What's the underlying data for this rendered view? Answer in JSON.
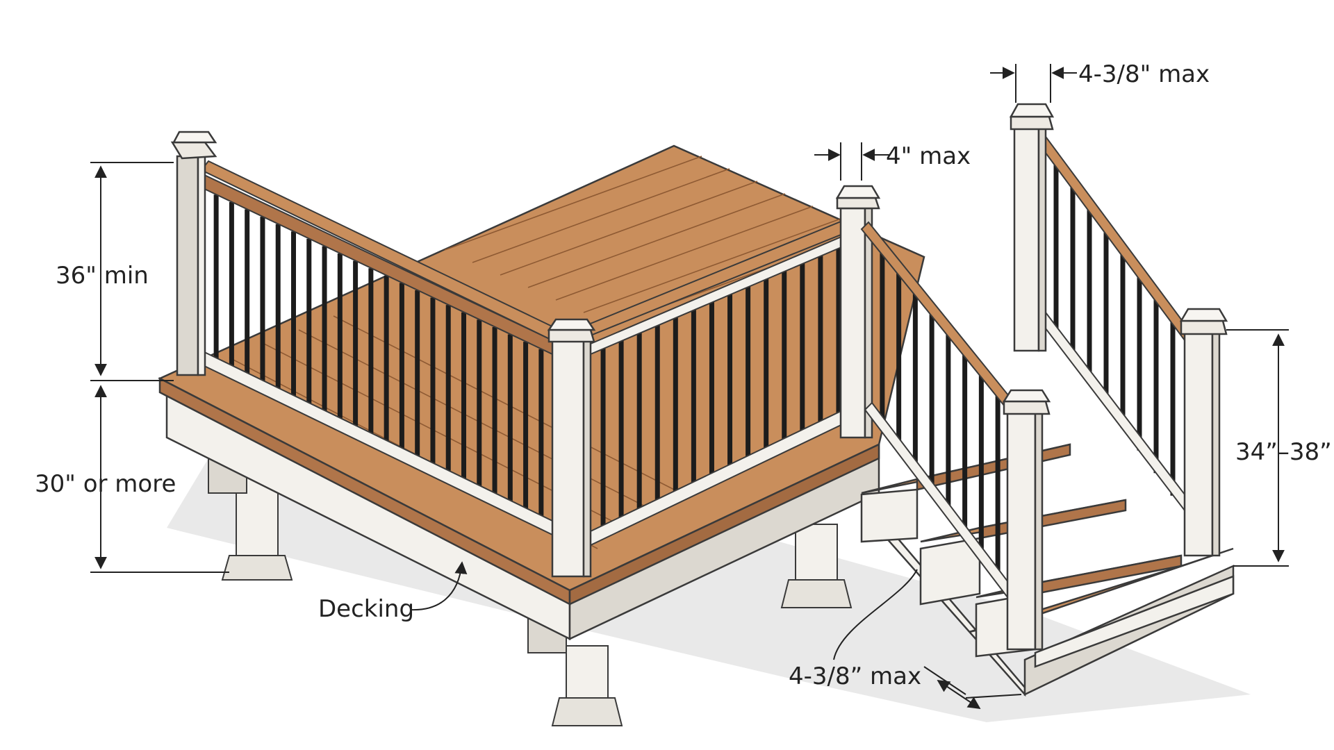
{
  "labels": {
    "railing_height": "36\" min",
    "deck_height": "30\" or more",
    "decking": "Decking",
    "baluster_gap": "4\" max",
    "stair_baluster_gap": "4-3/8\" max",
    "stair_rail_height": "34”–38”",
    "stair_gap": "4-3/8” max"
  },
  "colors": {
    "wood_top": "#c98e5c",
    "wood_side": "#b0754a",
    "wood_line": "#8e5a33",
    "white_front": "#f3f1ec",
    "white_side": "#dcd8d0",
    "outline": "#3a3a3a",
    "baluster": "#1c1c1c",
    "shadow": "#d8d8d8",
    "dimension": "#222222"
  }
}
